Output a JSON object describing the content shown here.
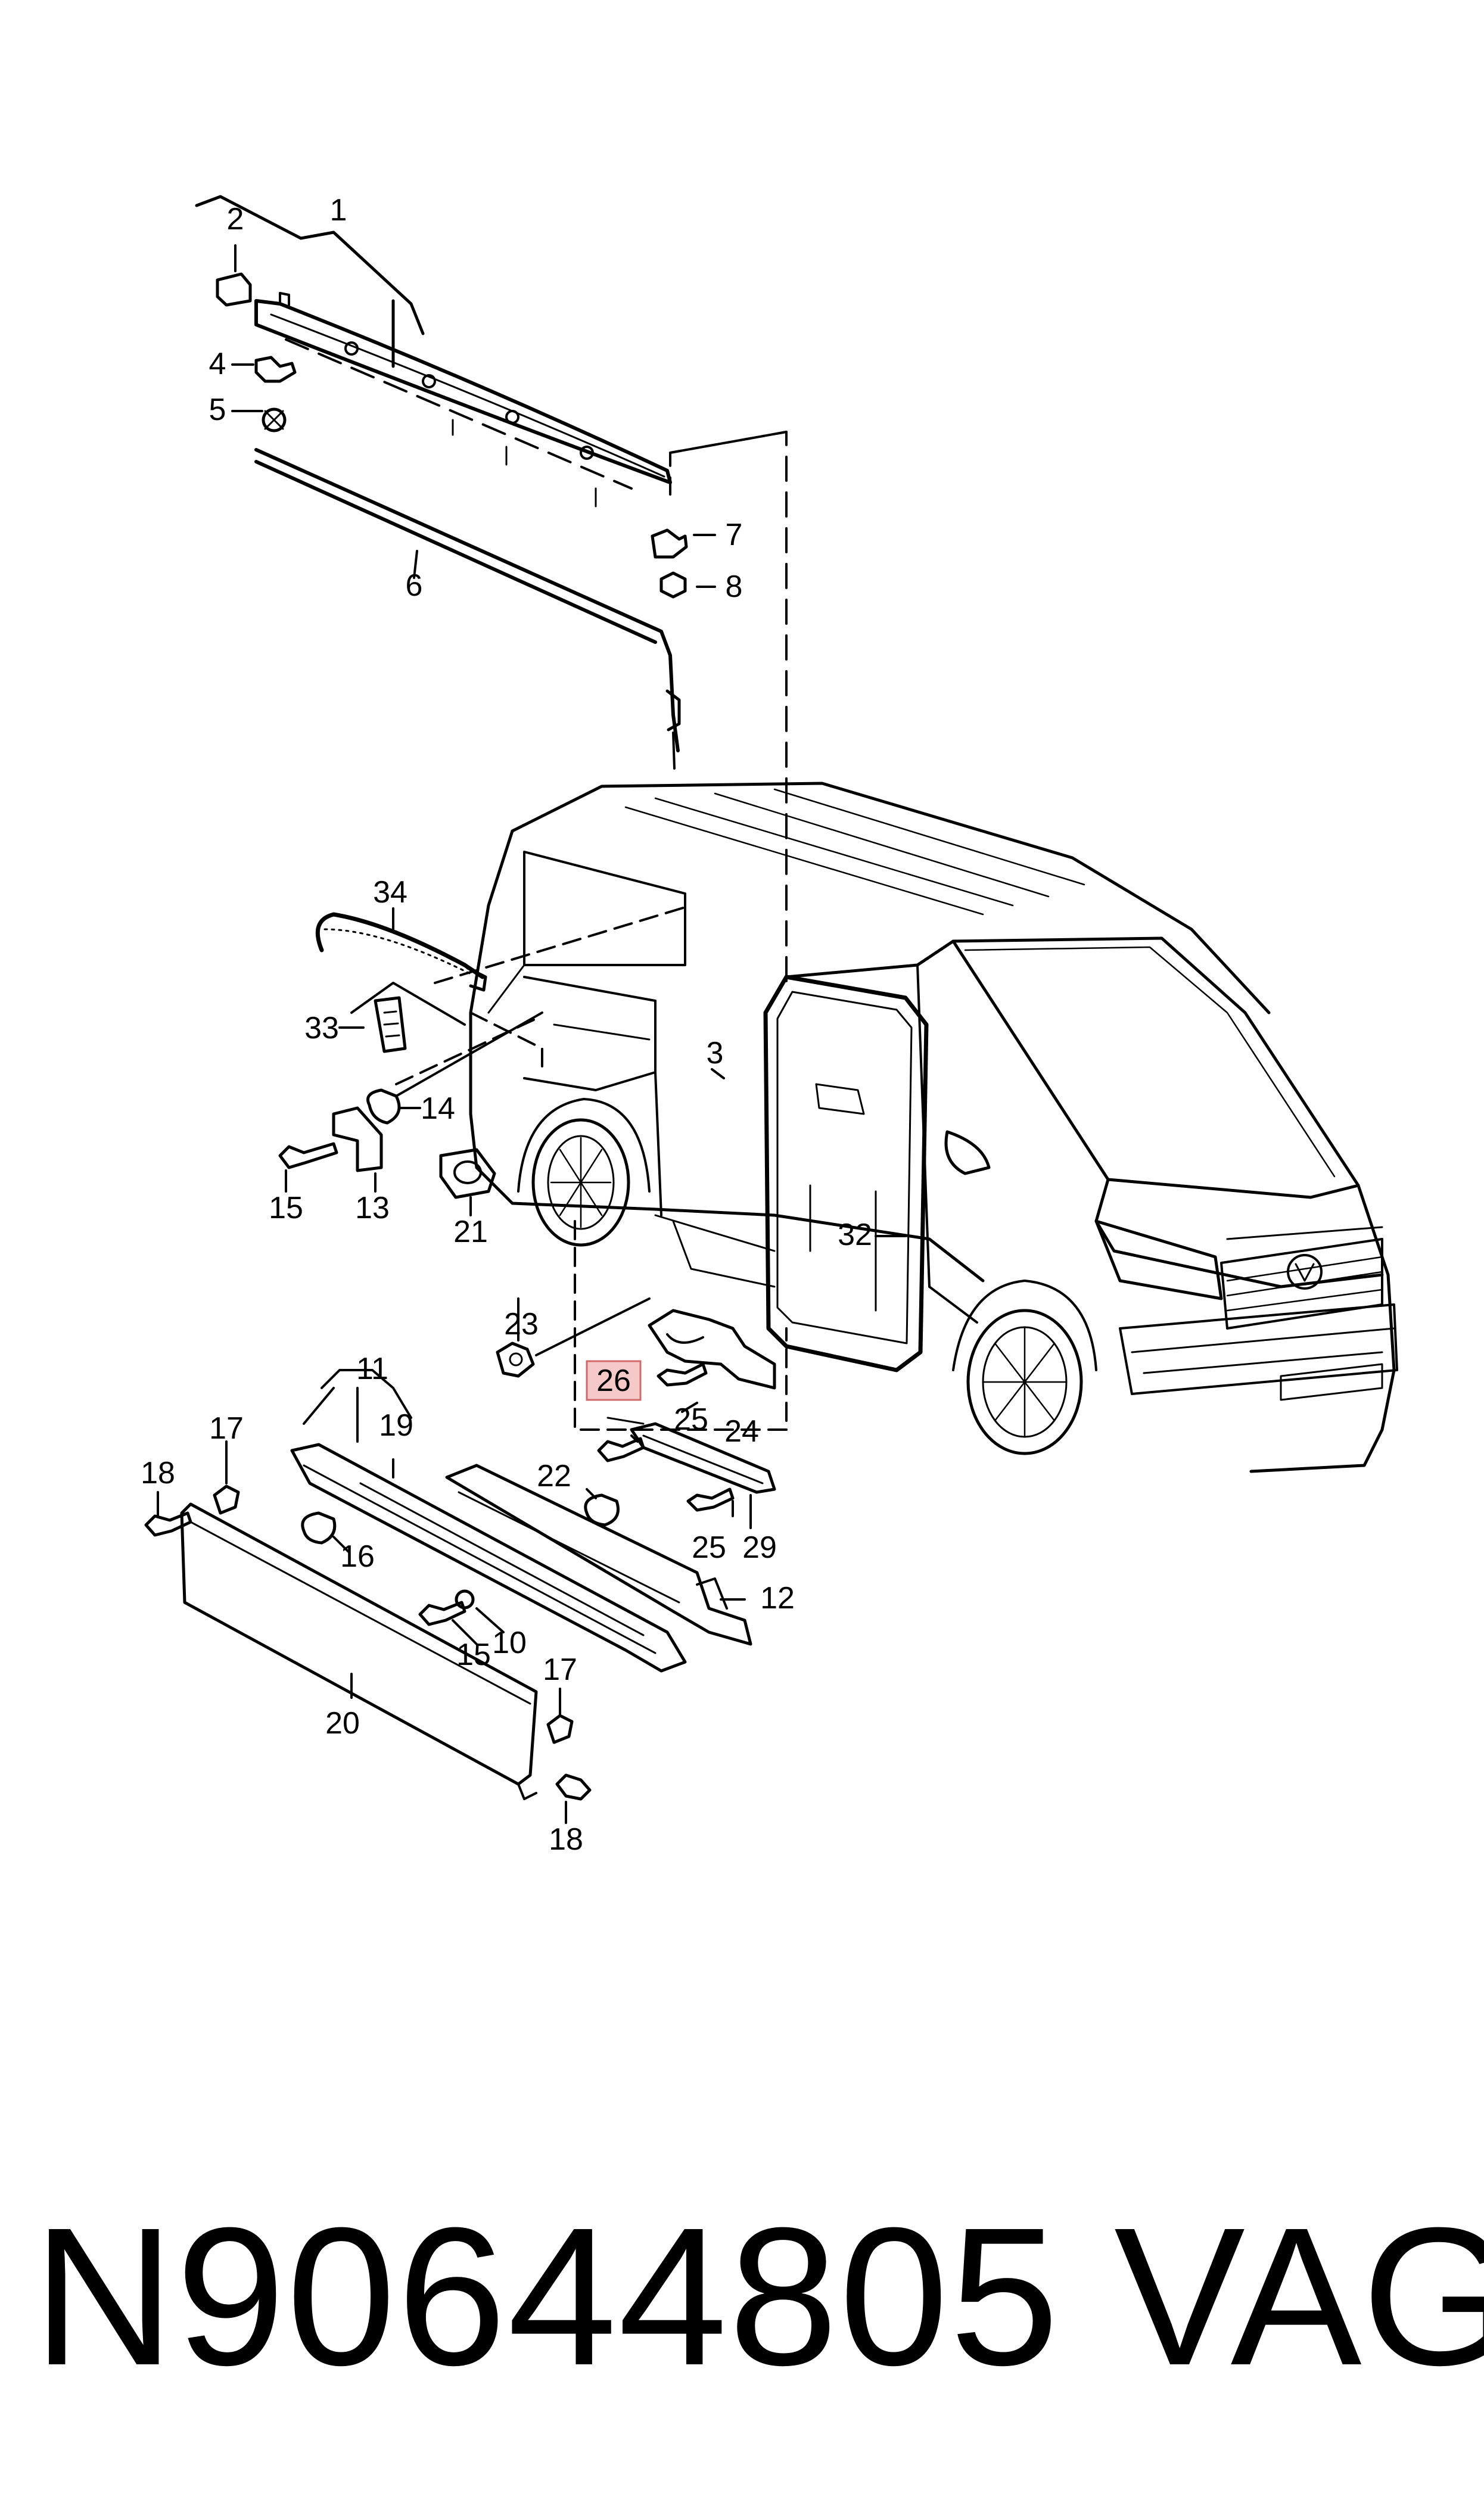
{
  "diagram": {
    "labels": {
      "p1": "1",
      "p2": "2",
      "p3": "3",
      "p4": "4",
      "p5": "5",
      "p6": "6",
      "p7": "7",
      "p8": "8",
      "p10": "10",
      "p11": "11",
      "p12": "12",
      "p13": "13",
      "p14": "14",
      "p15a": "15",
      "p15b": "15",
      "p16": "16",
      "p17a": "17",
      "p17b": "17",
      "p18a": "18",
      "p18b": "18",
      "p19": "19",
      "p20": "20",
      "p21": "21",
      "p22": "22",
      "p23": "23",
      "p24": "24",
      "p25a": "25",
      "p25b": "25",
      "p26": "26",
      "p29": "29",
      "p32": "32",
      "p33": "33",
      "p34": "34"
    },
    "highlighted_part": "26",
    "highlight_color": "#f6c9c9",
    "highlight_border_color": "#d06a6a"
  },
  "footer": {
    "part_number": "N90644805",
    "brand": "VAG"
  }
}
